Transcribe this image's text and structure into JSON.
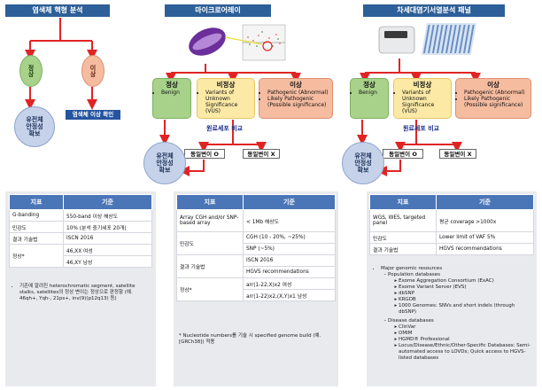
{
  "headers": {
    "left": "염색체 핵형 분석",
    "middle": "마이크로어레이",
    "right": "차세대염기서열분석 패널"
  },
  "left_diagram": {
    "normal": "정상",
    "abnormal": "이상",
    "stability": [
      "유전체",
      "안정성",
      "확보"
    ],
    "confirm": "염색체 이상 확인"
  },
  "boxes": {
    "normal": {
      "title": "정상",
      "item": "Benign"
    },
    "vus": {
      "title": "비정상",
      "items": [
        "Variants of Unknown Significance (VUS)"
      ]
    },
    "abnormal": {
      "title": "이상",
      "items": [
        "Pathogenic (Abnormal)",
        "Likely Pathogenic (Possible significance)"
      ]
    }
  },
  "verify": {
    "label": "원료세포 비교",
    "same": "동일변이 O",
    "diff": "동일변이 X",
    "stability": [
      "유전체",
      "안정성",
      "확보"
    ]
  },
  "table_headers": {
    "col1": "지표",
    "col2": "기준"
  },
  "table_left": [
    [
      "G-banding",
      "550-band 이상 해상도"
    ],
    [
      "민감도",
      "10% (분석 중기세포 20개)"
    ],
    [
      "결과 기술법",
      "ISCN 2016"
    ],
    [
      "정상*",
      "46,XX 여성"
    ],
    [
      "",
      "46,XY 남성"
    ]
  ],
  "note_left": "기존에 알려진 heterochromatic segment, satellite stalks, satellites의 정상 변이는 정상으로 판정함 (예. 46qh+, Yqh-, 21ps+, inv(9)(p12q13) 등)",
  "table_middle": [
    [
      "Array CGH and/or SNP-based array",
      "< 1Mb 해상도"
    ],
    [
      "민감도",
      "CGH (10 - 20%, ~25%)"
    ],
    [
      "",
      "SNP (~5%)"
    ],
    [
      "결과 기술법",
      "ISCN 2016"
    ],
    [
      "",
      "HGVS recommendations"
    ],
    [
      "정상*",
      "arr(1-22,X)x2 여성"
    ],
    [
      "",
      "arr(1-22)x2,(X,Y)x1 남성"
    ]
  ],
  "note_middle": "* Nucleotide numbers를 기술 시 specified genome build (예.[GRCh38]) 적용",
  "table_right": [
    [
      "WGS, WES, targeted panel",
      "평균 coverage >1000x"
    ],
    [
      "민감도",
      "Lower limit of VAF 5%"
    ],
    [
      "결과 기술법",
      "HGVS recommendations"
    ]
  ],
  "resources": {
    "title": "Major genomic resources",
    "pop_title": "Population databases",
    "pop": [
      "Exome Aggregation Consortium (ExAC)",
      "Exome Variant Server (EVS)",
      "dbSNP",
      "KRGDB",
      "1000 Genomes: SNVs and short indels (through dbSNP)"
    ],
    "dis_title": "Disease databases",
    "dis": [
      "ClinVar",
      "OMIM",
      "HGMD® Professional",
      "Locus/Disease/Ethnic/Other-Specific Databases: Semi-automated access to LOVDs; Quick access to HGVS-listed databases"
    ]
  },
  "colors": {
    "header": "#2d5f98",
    "arrow": "#e02424",
    "table_head": "#4a76b8",
    "circle": "#c5d2ea"
  }
}
